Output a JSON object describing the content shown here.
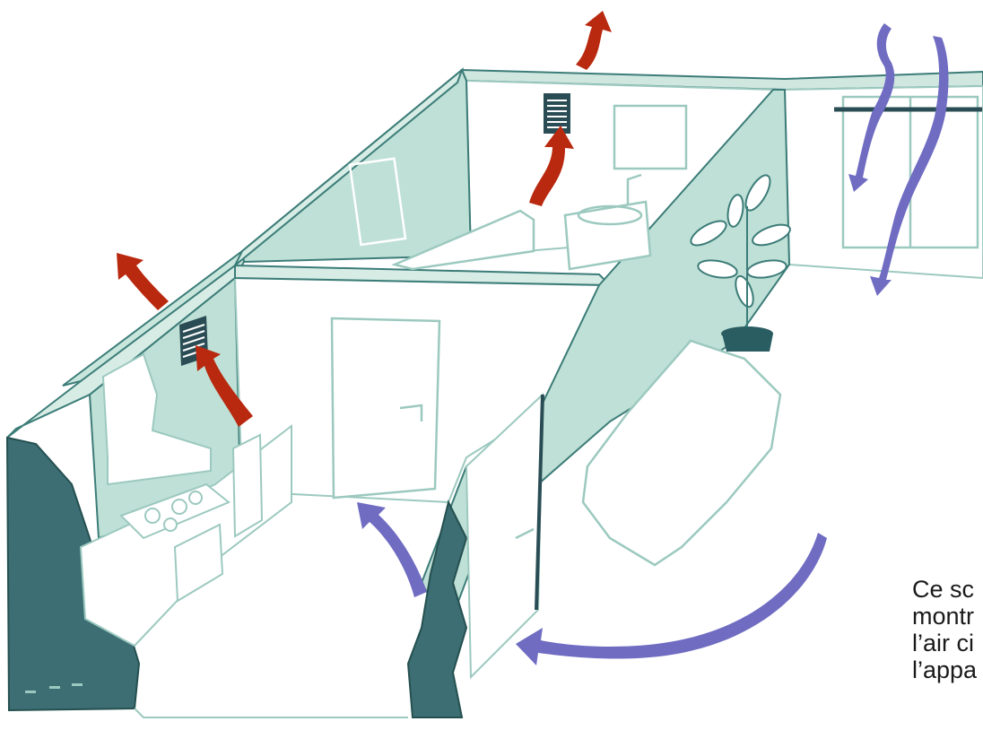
{
  "caption": {
    "lines": [
      "Ce sc",
      "montr",
      "l’air ci",
      "l’appa"
    ]
  },
  "colors": {
    "wall_fill": "#bfe0d6",
    "wall_edge": "#1e5a58",
    "wall_dark": "#3c6e74",
    "line_art": "#ffffff",
    "exhaust_arrow": "#b8290f",
    "fresh_air_arrow": "#6f6cc2"
  },
  "icons": {
    "exhaust": "curved-arrow-up-red",
    "fresh_air": "curved-arrow-blue",
    "vent": "vent-grille-icon",
    "plant": "potted-plant-icon"
  }
}
